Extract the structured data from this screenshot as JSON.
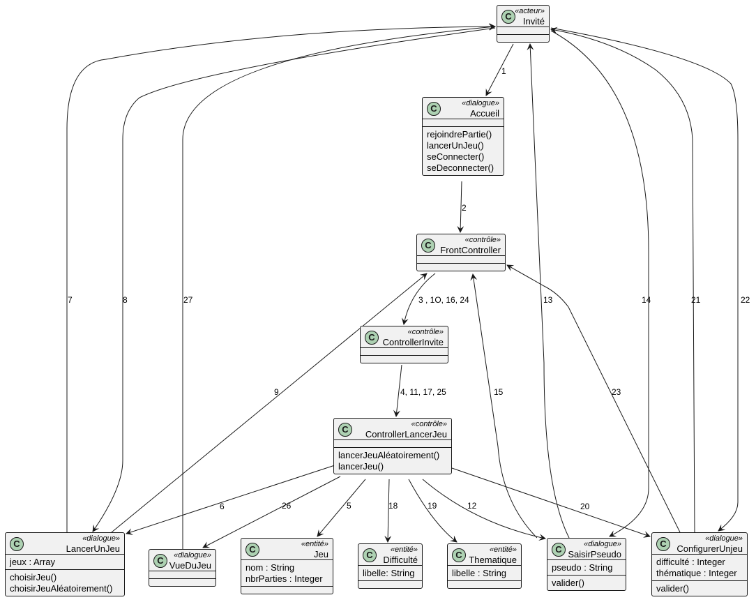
{
  "classes": {
    "invite": {
      "stereotype": "«acteur»",
      "name": "Invité",
      "attributes": [],
      "methods": []
    },
    "accueil": {
      "stereotype": "«dialogue»",
      "name": "Accueil",
      "attributes": [],
      "methods": [
        "rejoindrePartie()",
        "lancerUnJeu()",
        "seConnecter()",
        "seDeconnecter()"
      ]
    },
    "frontcontroller": {
      "stereotype": "«contrôle»",
      "name": "FrontController",
      "attributes": [],
      "methods": []
    },
    "controllerinvite": {
      "stereotype": "«contrôle»",
      "name": "ControllerInvite",
      "attributes": [],
      "methods": []
    },
    "controllerlancerjeu": {
      "stereotype": "«contrôle»",
      "name": "ControllerLancerJeu",
      "attributes": [],
      "methods": [
        "lancerJeuAléatoirement()",
        "lancerJeu()"
      ]
    },
    "lancerunjeu": {
      "stereotype": "«dialogue»",
      "name": "LancerUnJeu",
      "attributes": [
        "jeux : Array"
      ],
      "methods": [
        "choisirJeu()",
        "choisirJeuAléatoirement()"
      ]
    },
    "vuedujeu": {
      "stereotype": "«dialogue»",
      "name": "VueDuJeu",
      "attributes": [],
      "methods": []
    },
    "jeu": {
      "stereotype": "«entité»",
      "name": "Jeu",
      "attributes": [
        "nom : String",
        "nbrParties : Integer"
      ],
      "methods": []
    },
    "difficulte": {
      "stereotype": "«entité»",
      "name": "Difficulté",
      "attributes": [
        "libelle: String"
      ],
      "methods": []
    },
    "thematique": {
      "stereotype": "«entité»",
      "name": "Thematique",
      "attributes": [
        "libelle : String"
      ],
      "methods": []
    },
    "saisirpseudo": {
      "stereotype": "«dialogue»",
      "name": "SaisirPseudo",
      "attributes": [
        "pseudo : String"
      ],
      "methods": [
        "valider()"
      ]
    },
    "configurerunjeu": {
      "stereotype": "«dialogue»",
      "name": "ConfigurerUnjeu",
      "attributes": [
        "difficulté : Integer",
        "thématique : Integer"
      ],
      "methods": [
        "valider()"
      ]
    }
  },
  "edges": [
    {
      "from": "invite",
      "to": "accueil",
      "label": "1"
    },
    {
      "from": "accueil",
      "to": "frontcontroller",
      "label": "2"
    },
    {
      "from": "frontcontroller",
      "to": "controllerinvite",
      "label": "3 , 1O, 16, 24"
    },
    {
      "from": "controllerinvite",
      "to": "controllerlancerjeu",
      "label": "4, 11, 17, 25"
    },
    {
      "from": "controllerlancerjeu",
      "to": "jeu",
      "label": "5"
    },
    {
      "from": "controllerlancerjeu",
      "to": "lancerunjeu",
      "label": "6"
    },
    {
      "from": "lancerunjeu",
      "to": "invite",
      "label": "7"
    },
    {
      "from": "invite",
      "to": "lancerunjeu",
      "label": "8"
    },
    {
      "from": "lancerunjeu",
      "to": "frontcontroller",
      "label": "9"
    },
    {
      "from": "controllerlancerjeu",
      "to": "saisirpseudo",
      "label": "12"
    },
    {
      "from": "saisirpseudo",
      "to": "invite",
      "label": "13"
    },
    {
      "from": "invite",
      "to": "saisirpseudo",
      "label": "14"
    },
    {
      "from": "saisirpseudo",
      "to": "frontcontroller",
      "label": "15"
    },
    {
      "from": "controllerlancerjeu",
      "to": "difficulte",
      "label": "18"
    },
    {
      "from": "controllerlancerjeu",
      "to": "thematique",
      "label": "19"
    },
    {
      "from": "controllerlancerjeu",
      "to": "configurerunjeu",
      "label": "20"
    },
    {
      "from": "configurerunjeu",
      "to": "invite",
      "label": "21"
    },
    {
      "from": "invite",
      "to": "configurerunjeu",
      "label": "22"
    },
    {
      "from": "configurerunjeu",
      "to": "frontcontroller",
      "label": "23"
    },
    {
      "from": "controllerlancerjeu",
      "to": "vuedujeu",
      "label": "26"
    },
    {
      "from": "vuedujeu",
      "to": "invite",
      "label": "27"
    }
  ]
}
